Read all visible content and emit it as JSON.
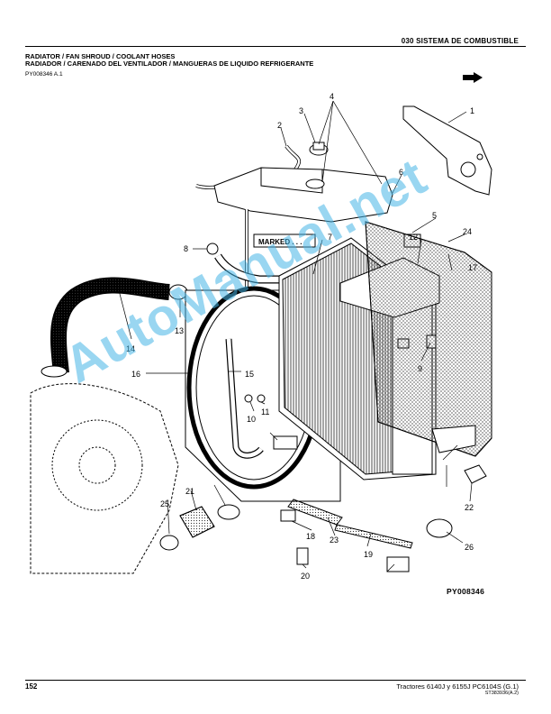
{
  "header": {
    "section": "030 SISTEMA DE COMBUSTIBLE",
    "title_en": "RADIATOR / FAN SHROUD / COOLANT HOSES",
    "title_es": "RADIADOR / CARENADO DEL VENTILADOR / MANGUERAS DE LIQUIDO REFRIGERANTE",
    "ref": "PY008346 A.1"
  },
  "figure": {
    "code": "PY008346",
    "marked_label": "MARKED . . .",
    "callouts": [
      "1",
      "2",
      "3",
      "4",
      "5",
      "6",
      "7",
      "8",
      "9",
      "10",
      "11",
      "12",
      "13",
      "14",
      "15",
      "16",
      "17",
      "18",
      "19",
      "20",
      "21",
      "22",
      "23",
      "24",
      "25",
      "26"
    ],
    "icons": [
      "direction-arrow-icon"
    ]
  },
  "watermark": "AutoManual.net",
  "footer": {
    "page": "152",
    "publication": "Tractores 6140J y 6155J   PC6104S   (G.1)",
    "code": "ST383936(A.2)"
  }
}
